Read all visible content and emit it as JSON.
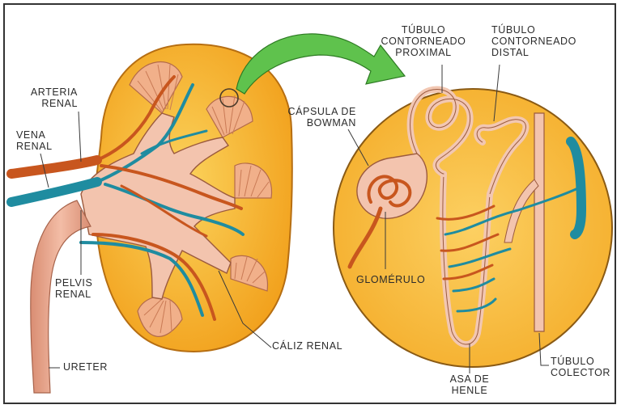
{
  "colors": {
    "kidney_outer": "#f4a623",
    "kidney_cortex": "#f8c24a",
    "pelvis": "#f2c7b2",
    "artery": "#c8561e",
    "vein": "#1f8ca0",
    "ureter": "#e8a58c",
    "arrow": "#5fc24d",
    "detail_bg": "#f6bd3b",
    "outline": "#4a3a2a"
  },
  "labels": {
    "arteria_renal": "ARTERIA\nRENAL",
    "vena_renal": "VENA\nRENAL",
    "pelvis_renal": "PELVIS\nRENAL",
    "ureter": "URETER",
    "caliz_renal": "CÁLIZ RENAL",
    "capsula_bowman": "CÁPSULA DE\nBOWMAN",
    "glomerulo": "GLOMÉRULO",
    "tubulo_proximal": "TÚBULO\nCONTORNEADO\nPROXIMAL",
    "tubulo_distal": "TÚBULO\nCONTORNEADO\nDISTAL",
    "asa_henle": "ASA DE\nHENLE",
    "tubulo_colector": "TÚBULO\nCOLECTOR"
  }
}
